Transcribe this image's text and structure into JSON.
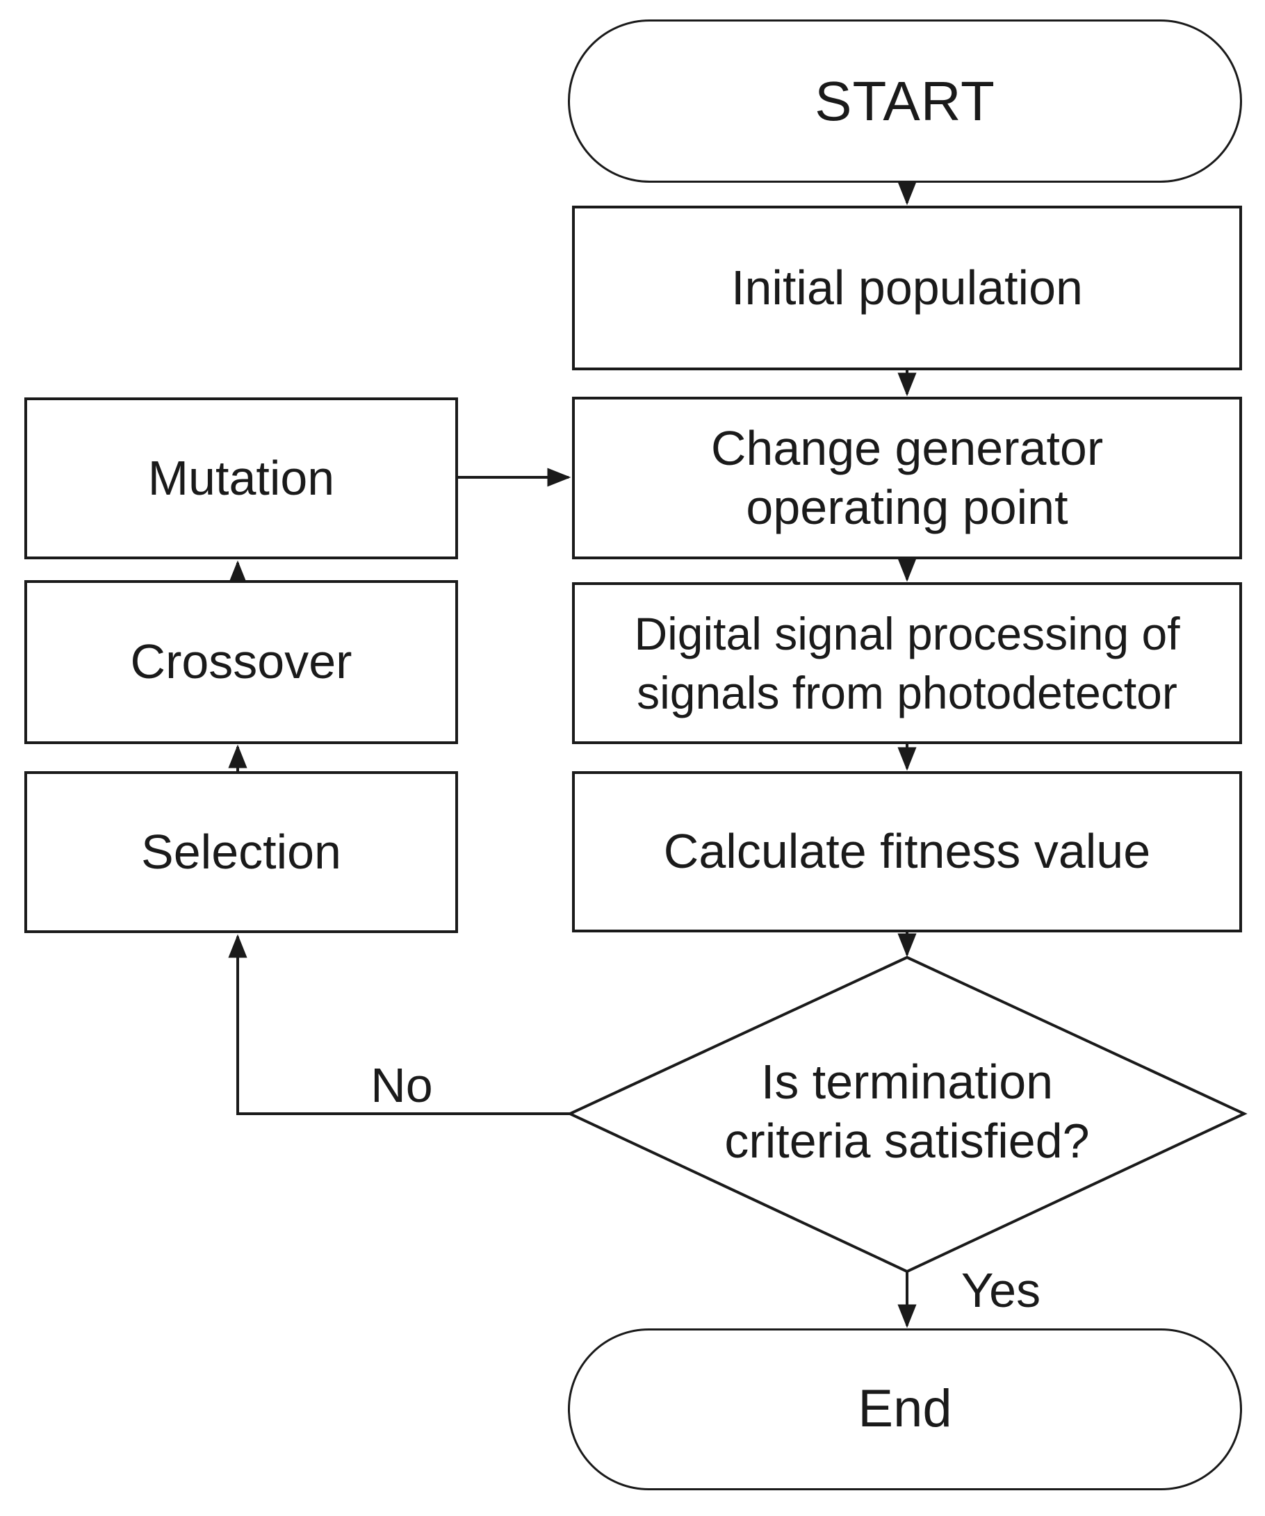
{
  "page": {
    "background": "#ffffff"
  },
  "diagram": {
    "type": "flowchart",
    "stroke_color": "#1a1a1a",
    "node_fill_color": "#ffffff",
    "text_color": "#1a1a1a",
    "nodes": {
      "start": {
        "type": "terminator",
        "label": "START"
      },
      "initial_population": {
        "type": "process",
        "label": "Initial population"
      },
      "change_generator": {
        "type": "process",
        "line1": "Change generator",
        "line2": "operating point"
      },
      "dsp": {
        "type": "process",
        "line1": "Digital signal processing of",
        "line2": "signals from photodetector"
      },
      "calculate_fitness": {
        "type": "process",
        "label": "Calculate fitness value"
      },
      "termination_decision": {
        "type": "decision",
        "line1": "Is termination",
        "line2": "criteria satisfied?"
      },
      "end": {
        "type": "terminator",
        "label": "End"
      },
      "mutation": {
        "type": "process",
        "label": "Mutation"
      },
      "crossover": {
        "type": "process",
        "label": "Crossover"
      },
      "selection": {
        "type": "process",
        "label": "Selection"
      }
    },
    "edge_labels": {
      "no": "No",
      "yes": "Yes"
    },
    "edges": [
      "start -> initial_population",
      "initial_population -> change_generator",
      "change_generator -> dsp",
      "dsp -> calculate_fitness",
      "calculate_fitness -> termination_decision",
      "termination_decision -no-> selection",
      "selection -> crossover",
      "crossover -> mutation",
      "mutation -> change_generator",
      "termination_decision -yes-> end"
    ]
  }
}
